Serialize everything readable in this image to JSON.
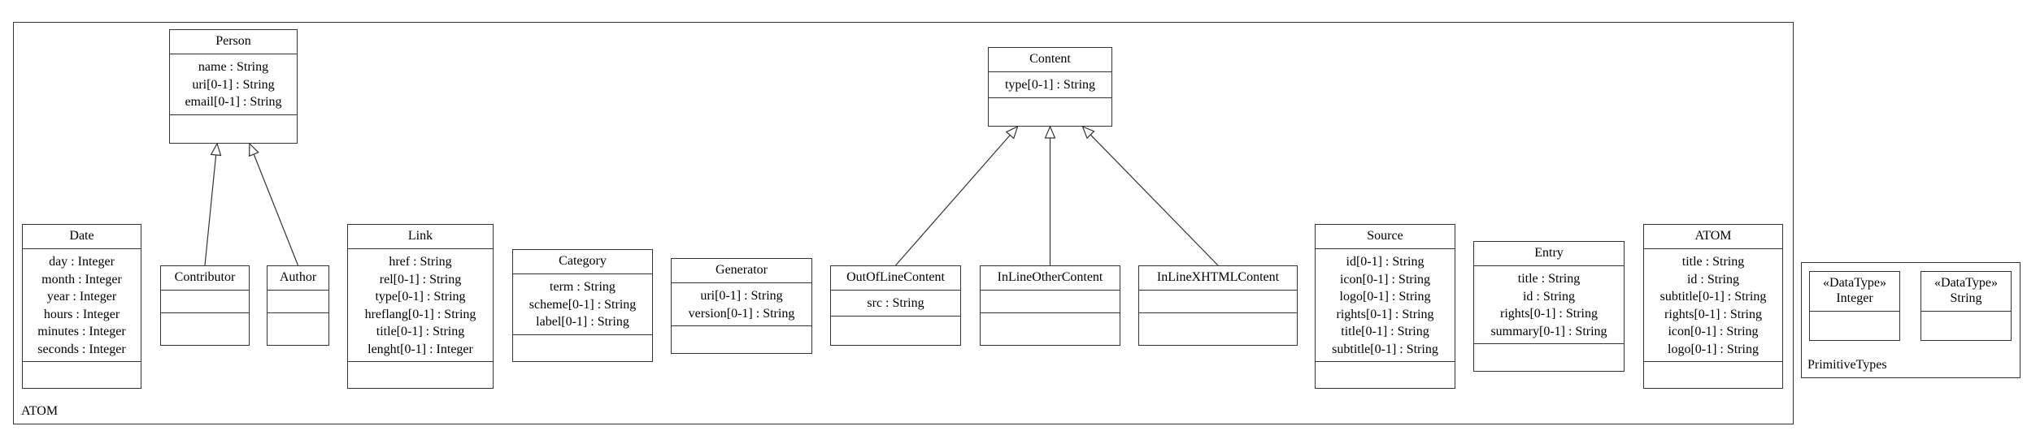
{
  "packages": {
    "atom": {
      "label": "ATOM"
    },
    "primitive": {
      "label": "PrimitiveTypes"
    }
  },
  "classes": {
    "person": {
      "name": "Person",
      "attributes": [
        "name : String",
        "uri[0-1] : String",
        "email[0-1] : String"
      ]
    },
    "date": {
      "name": "Date",
      "attributes": [
        "day : Integer",
        "month : Integer",
        "year : Integer",
        "hours : Integer",
        "minutes : Integer",
        "seconds : Integer"
      ]
    },
    "contributor": {
      "name": "Contributor",
      "attributes": []
    },
    "author": {
      "name": "Author",
      "attributes": []
    },
    "link": {
      "name": "Link",
      "attributes": [
        "href : String",
        "rel[0-1] : String",
        "type[0-1] : String",
        "hreflang[0-1] : String",
        "title[0-1] : String",
        "lenght[0-1] : Integer"
      ]
    },
    "category": {
      "name": "Category",
      "attributes": [
        "term : String",
        "scheme[0-1] : String",
        "label[0-1] : String"
      ]
    },
    "generator": {
      "name": "Generator",
      "attributes": [
        "uri[0-1] : String",
        "version[0-1] : String"
      ]
    },
    "content": {
      "name": "Content",
      "attributes": [
        "type[0-1] : String"
      ]
    },
    "outoflinecontent": {
      "name": "OutOfLineContent",
      "attributes": [
        "src : String"
      ]
    },
    "inlineothercontent": {
      "name": "InLineOtherContent",
      "attributes": []
    },
    "inlinexhtmlcontent": {
      "name": "InLineXHTMLContent",
      "attributes": []
    },
    "source": {
      "name": "Source",
      "attributes": [
        "id[0-1] : String",
        "icon[0-1] : String",
        "logo[0-1] : String",
        "rights[0-1] : String",
        "title[0-1] : String",
        "subtitle[0-1] : String"
      ]
    },
    "entry": {
      "name": "Entry",
      "attributes": [
        "title : String",
        "id : String",
        "rights[0-1] : String",
        "summary[0-1] : String"
      ]
    },
    "atom": {
      "name": "ATOM",
      "attributes": [
        "title : String",
        "id : String",
        "subtitle[0-1] : String",
        "rights[0-1] : String",
        "icon[0-1] : String",
        "logo[0-1] : String"
      ]
    },
    "integer": {
      "stereotype": "«DataType»",
      "name": "Integer",
      "attributes": []
    },
    "string": {
      "stereotype": "«DataType»",
      "name": "String",
      "attributes": []
    }
  },
  "generalizations": [
    {
      "from": "contributor",
      "to": "person"
    },
    {
      "from": "author",
      "to": "person"
    },
    {
      "from": "outoflinecontent",
      "to": "content"
    },
    {
      "from": "inlineothercontent",
      "to": "content"
    },
    {
      "from": "inlinexhtmlcontent",
      "to": "content"
    }
  ]
}
